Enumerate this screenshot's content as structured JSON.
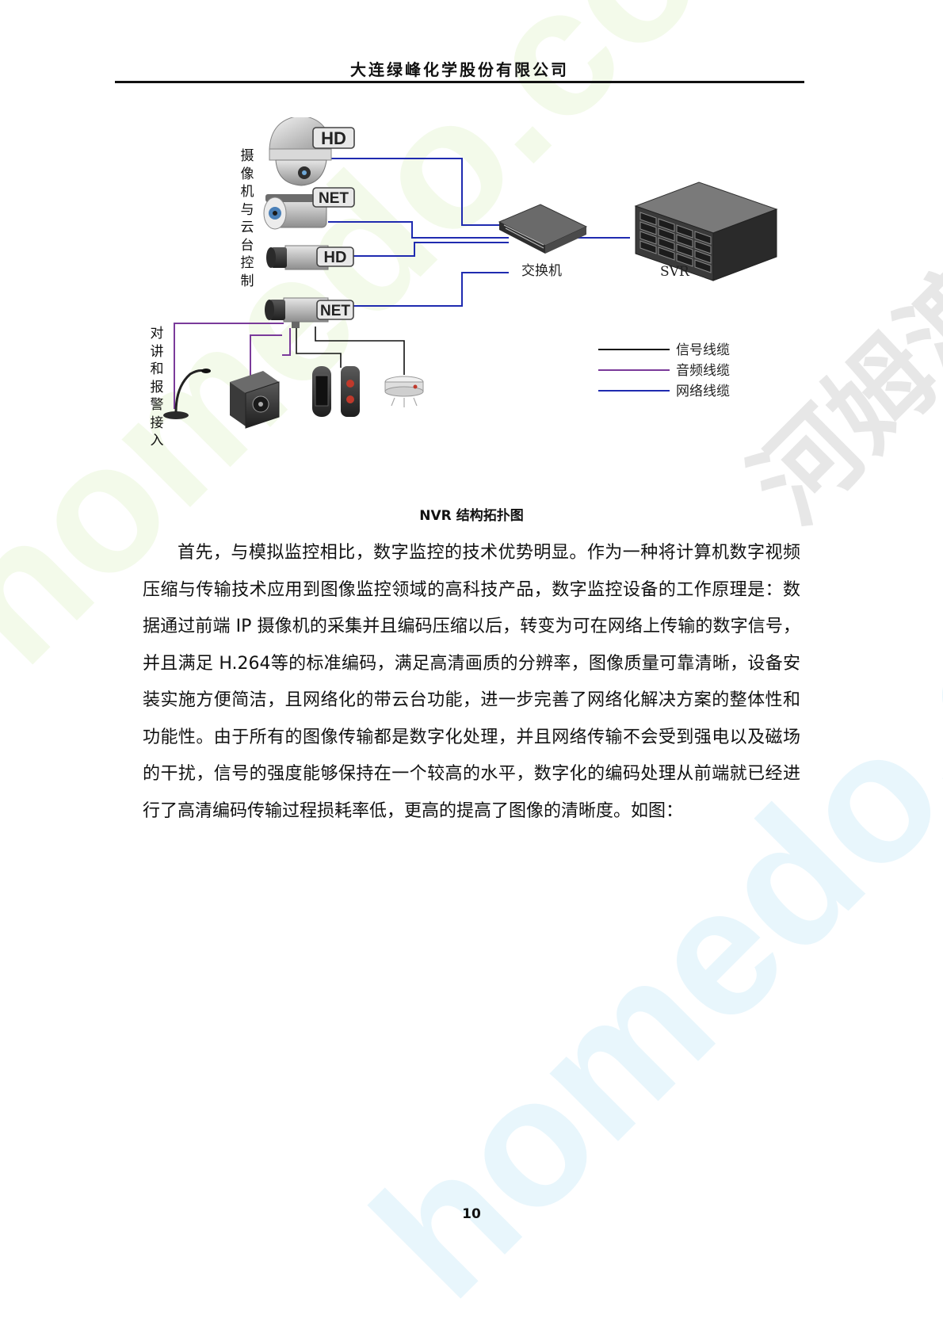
{
  "header": {
    "title": "大连绿峰化学股份有限公司"
  },
  "watermark": {
    "brand": "homedo.com",
    "cn": "河姆渡"
  },
  "diagram": {
    "camera_group_label": "摄像机与云台控制",
    "intercom_group_label": "对讲和报警接入",
    "camera_badges": [
      "HD",
      "NET",
      "HD",
      "NET"
    ],
    "switch_label": "交换机",
    "svr_label": "SVR",
    "legend": [
      {
        "label": "信号线缆",
        "color": "#111111"
      },
      {
        "label": "音频线缆",
        "color": "#7a3a9a"
      },
      {
        "label": "网络线缆",
        "color": "#1f2bb0"
      }
    ],
    "icons": [
      "ptz-dome-camera-icon",
      "bullet-camera-icon",
      "box-camera-icon",
      "microphone-icon",
      "speaker-icon",
      "beam-detector-icon",
      "smoke-detector-icon",
      "switch-icon",
      "svr-server-icon"
    ]
  },
  "caption": "NVR 结构拓扑图",
  "body": {
    "paragraph": "首先，与模拟监控相比，数字监控的技术优势明显。作为一种将计算机数字视频压缩与传输技术应用到图像监控领域的高科技产品，数字监控设备的工作原理是：数据通过前端 IP 摄像机的采集并且编码压缩以后，转变为可在网络上传输的数字信号，并且满足 H.264等的标准编码，满足高清画质的分辨率，图像质量可靠清晰，设备安装实施方便简洁，且网络化的带云台功能，进一步完善了网络化解决方案的整体性和功能性。由于所有的图像传输都是数字化处理，并且网络传输不会受到强电以及磁场的干扰，信号的强度能够保持在一个较高的水平，数字化的编码处理从前端就已经进行了高清编码传输过程损耗率低，更高的提高了图像的清晰度。如图："
  },
  "page_number": "10"
}
